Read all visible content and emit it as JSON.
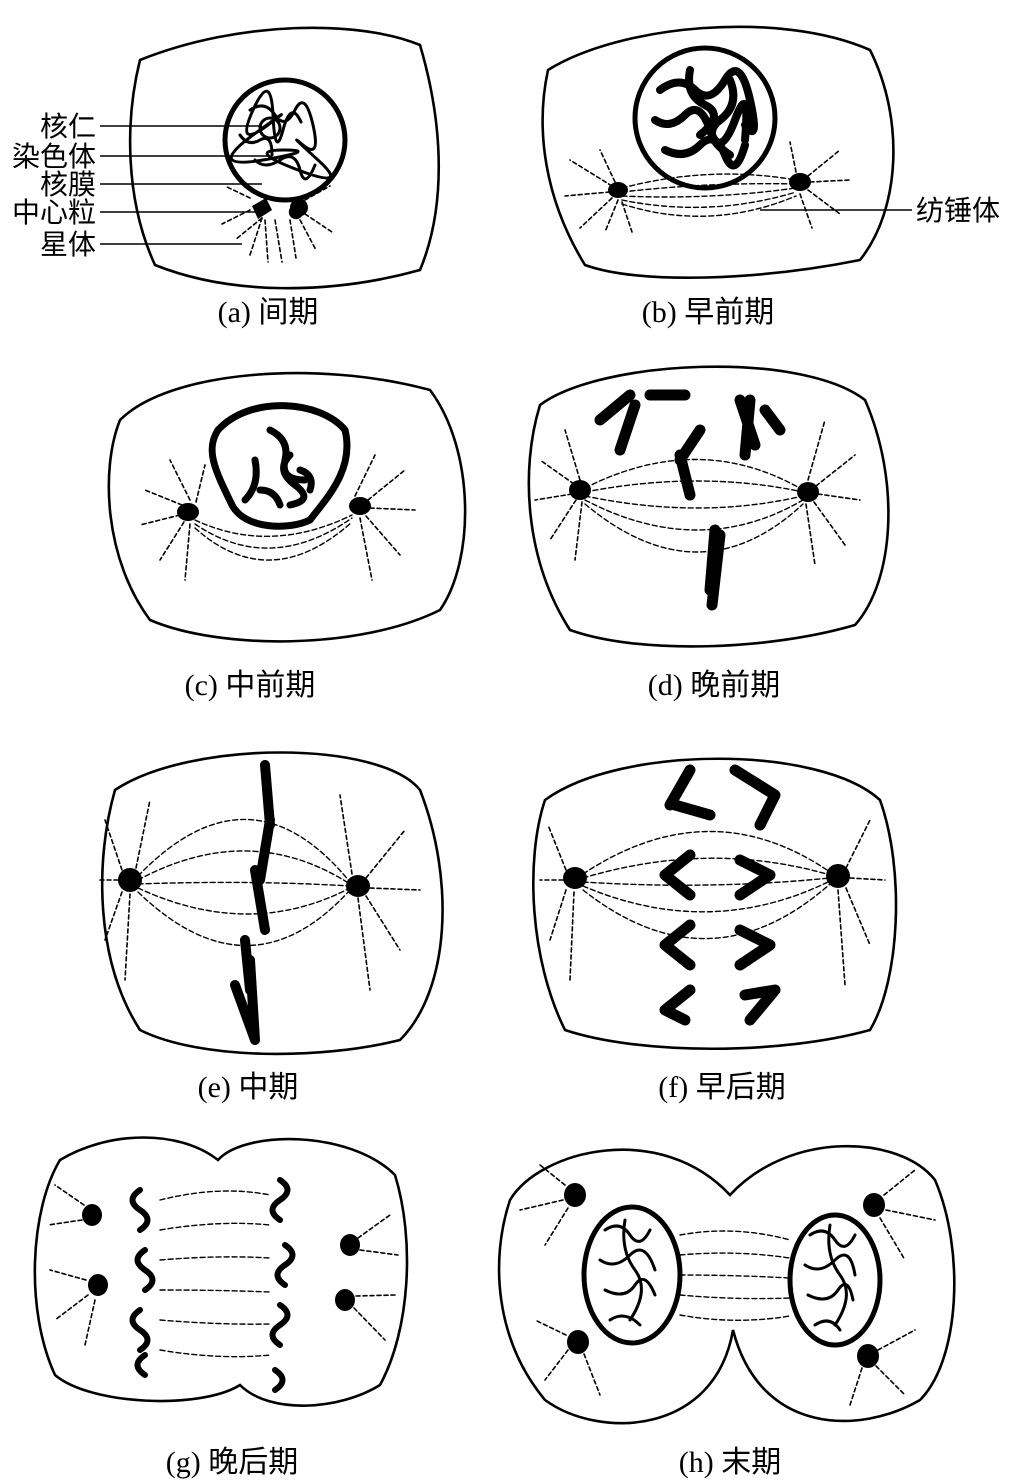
{
  "figure": {
    "labels": {
      "nucleolus": "核仁",
      "chromosome": "染色体",
      "nuclear_membrane": "核膜",
      "centriole": "中心粒",
      "aster": "星体",
      "spindle": "纺锤体"
    },
    "panels": [
      {
        "id": "a",
        "caption": "(a) 间期"
      },
      {
        "id": "b",
        "caption": "(b) 早前期"
      },
      {
        "id": "c",
        "caption": "(c) 中前期"
      },
      {
        "id": "d",
        "caption": "(d) 晚前期"
      },
      {
        "id": "e",
        "caption": "(e) 中期"
      },
      {
        "id": "f",
        "caption": "(f) 早后期"
      },
      {
        "id": "g",
        "caption": "(g) 晚后期"
      },
      {
        "id": "h",
        "caption": "(h) 末期"
      }
    ]
  }
}
